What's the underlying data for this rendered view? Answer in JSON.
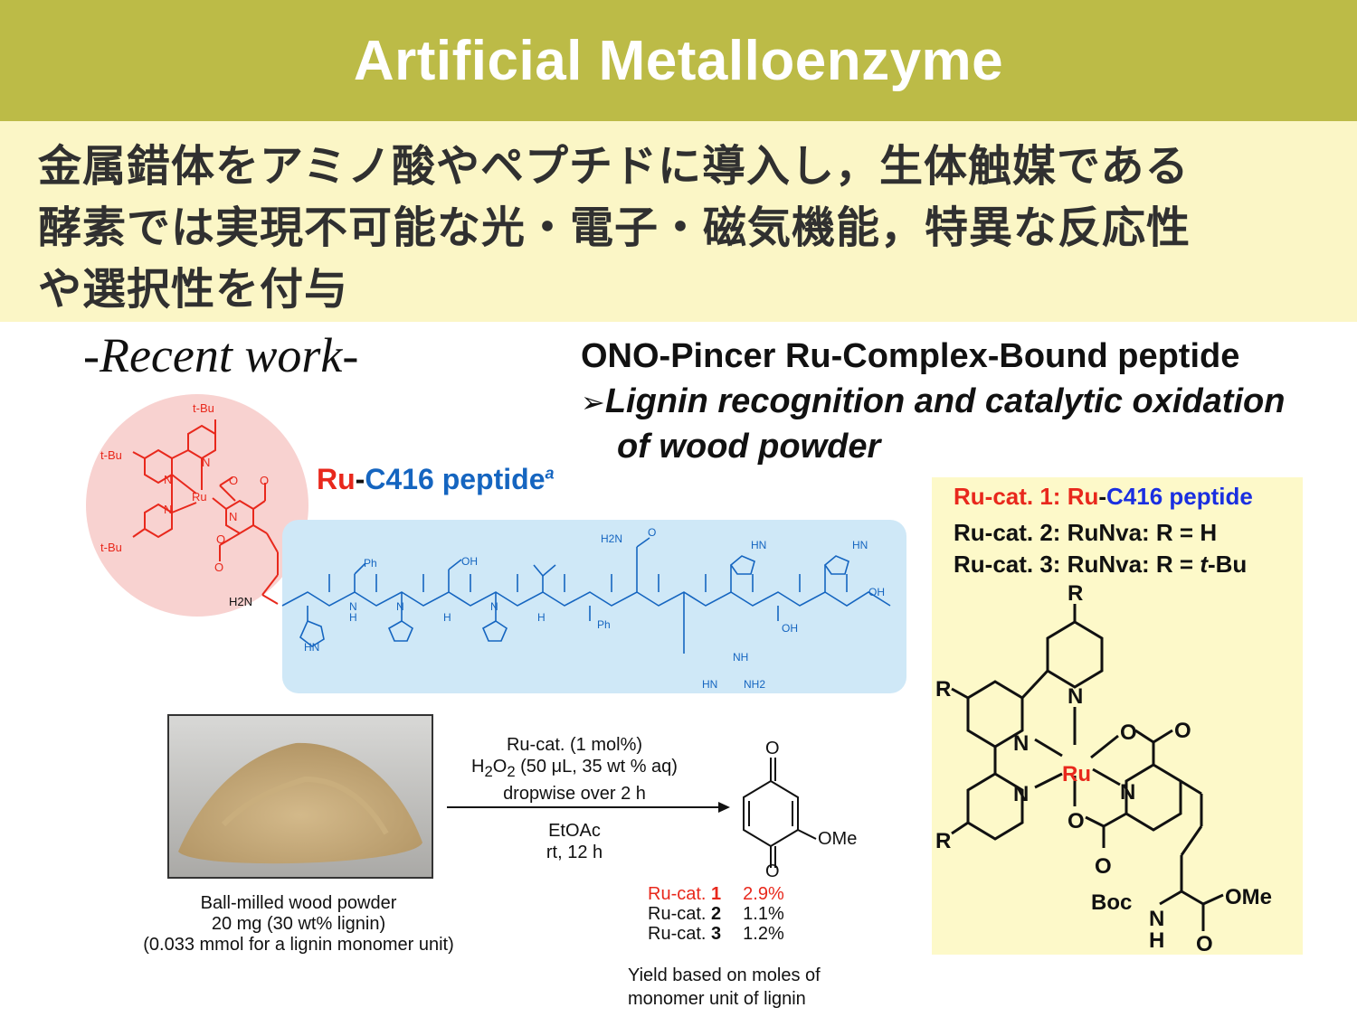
{
  "header": {
    "title": "Artificial Metalloenzyme"
  },
  "subtitle": {
    "line1": "金属錯体をアミノ酸やペプチドに導入し，生体触媒である",
    "line2": "酵素では実現不可能な光・電子・磁気機能，特異な反応性",
    "line3": "や選択性を付与"
  },
  "recent": "-Recent work-",
  "headline": {
    "title": "ONO-Pincer Ru-Complex-Bound peptide",
    "bullet_mark": "➢",
    "bullet_l1": "Lignin recognition and catalytic oxidation",
    "bullet_l2": "of wood powder"
  },
  "ru_label": {
    "ru": "Ru",
    "dash": "-",
    "c416": "C416 peptide",
    "sup": "a"
  },
  "complex_labels": {
    "tbu": "t-Bu",
    "ru": "Ru",
    "n": "N",
    "o": "O",
    "h2n": "H2N"
  },
  "peptide_labels": {
    "ph": "Ph",
    "oh": "OH",
    "h2n": "H2N",
    "hn": "HN",
    "nh": "NH",
    "nh2": "NH2",
    "n": "N",
    "h": "H",
    "o": "O"
  },
  "photo": {
    "cap1": "Ball-milled wood powder",
    "cap2": "20 mg (30 wt% lignin)",
    "cap3": "(0.033 mmol for a lignin monomer unit)"
  },
  "conditions": {
    "l1": "Ru-cat. (1 mol%)",
    "l2a": "H",
    "l2b": "2",
    "l2c": "O",
    "l2d": "2",
    "l2e": " (50 μL, 35 wt % aq)",
    "l3": "dropwise over 2 h",
    "l4": "EtOAc",
    "l5": "rt, 12 h"
  },
  "product": {
    "o": "O",
    "ome": "OMe"
  },
  "yields": [
    {
      "cat": "Ru-cat. ",
      "num": "1",
      "val": "2.9%",
      "highlight": true
    },
    {
      "cat": "Ru-cat. ",
      "num": "2",
      "val": "1.1%",
      "highlight": false
    },
    {
      "cat": "Ru-cat. ",
      "num": "3",
      "val": "1.2%",
      "highlight": false
    }
  ],
  "yield_note": {
    "l1": "Yield based on moles of",
    "l2": "monomer unit of lignin"
  },
  "catalysts": {
    "c1a": "Ru-cat. 1: ",
    "c1b": "Ru",
    "c1c": "-",
    "c1d": "C416 peptide",
    "c2": "Ru-cat. 2: RuNva: R = H",
    "c3a": "Ru-cat. 3: RuNva: R = ",
    "c3b": "t",
    "c3c": "-Bu"
  },
  "structure_labels": {
    "r": "R",
    "n": "N",
    "ru": "Ru",
    "o": "O",
    "boc": "Boc",
    "nh_n": "N",
    "nh_h": "H",
    "ome": "OMe"
  },
  "colors": {
    "header": "#bcbb47",
    "subband": "#fbf6c6",
    "red": "#e8281c",
    "blue": "#1565c0",
    "catbox": "#fdf9c9"
  }
}
